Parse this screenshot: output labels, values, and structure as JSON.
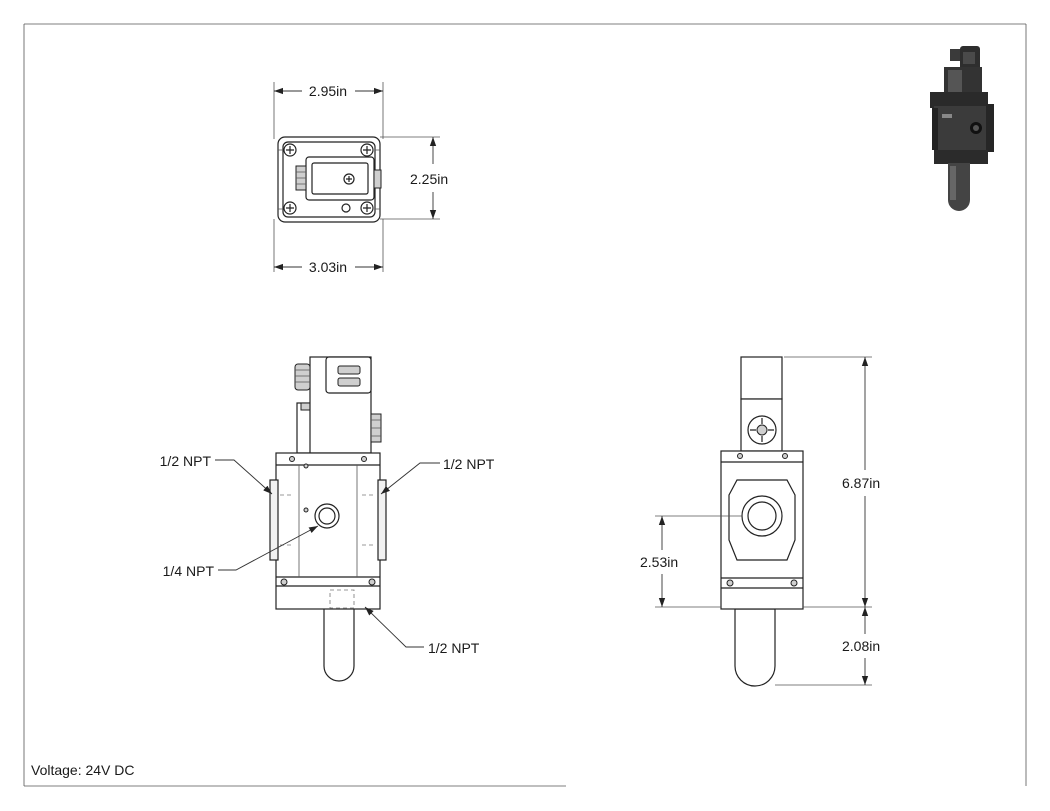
{
  "dimensions": {
    "top_width_upper": "2.95in",
    "top_width_lower": "3.03in",
    "top_depth": "2.25in",
    "side_overall_height": "6.87in",
    "side_port_height": "2.53in",
    "side_lower_height": "2.08in"
  },
  "callouts": {
    "port_left": "1/2 NPT",
    "port_right": "1/2 NPT",
    "port_center": "1/4 NPT",
    "port_bottom": "1/2 NPT"
  },
  "footer": {
    "voltage": "Voltage: 24V DC"
  }
}
